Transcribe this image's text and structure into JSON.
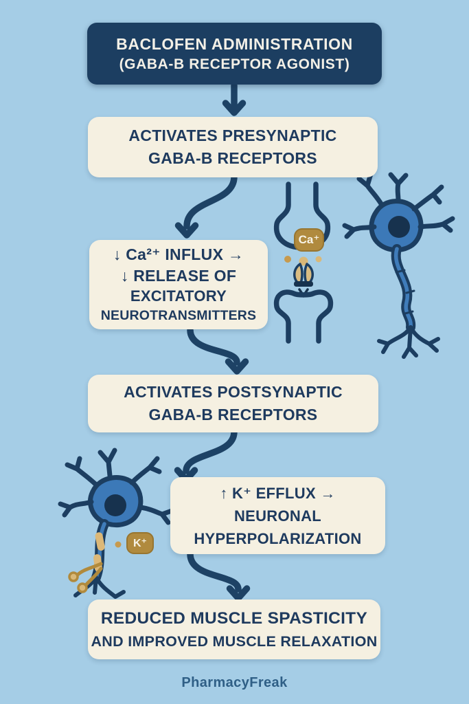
{
  "colors": {
    "background": "#a5cde6",
    "header_bg": "#1c3e61",
    "box_bg": "#f5f0e1",
    "text_navy": "#1e3a5e",
    "header_text": "#f3f0e7",
    "arrow": "#1d4265",
    "gold": "#b08a3e",
    "gold_light": "#d9b878",
    "neuron_fill": "#3c79b8",
    "neuron_outline": "#1c3e61",
    "footer_text": "#2f5f86"
  },
  "header": {
    "line1": "BACLOFEN ADMINISTRATION",
    "line2": "(GABA-B RECEPTOR AGONIST)"
  },
  "steps": {
    "presynaptic": {
      "line1": "ACTIVATES PRESYNAPTIC",
      "line2": "GABA-B RECEPTORS"
    },
    "ca_influx": {
      "line1": "↓ Ca²⁺ INFLUX →",
      "line2": "↓ RELEASE OF",
      "line3": "EXCITATORY",
      "line4": "NEUROTRANSMITTERS"
    },
    "postsynaptic": {
      "line1": "ACTIVATES POSTSYNAPTIC",
      "line2": "GABA-B RECEPTORS"
    },
    "k_efflux": {
      "line1": "↑ K⁺ EFFLUX →",
      "line2": "NEURONAL",
      "line3": "HYPERPOLARIZATION"
    },
    "outcome": {
      "line1": "REDUCED MUSCLE SPASTICITY",
      "line2": "AND IMPROVED MUSCLE RELAXATION"
    }
  },
  "illustrations": {
    "synapse_ca_badge": "Ca⁺",
    "neuron_k_badge": "K⁺"
  },
  "footer": {
    "brand": "PharmacyFreak"
  }
}
